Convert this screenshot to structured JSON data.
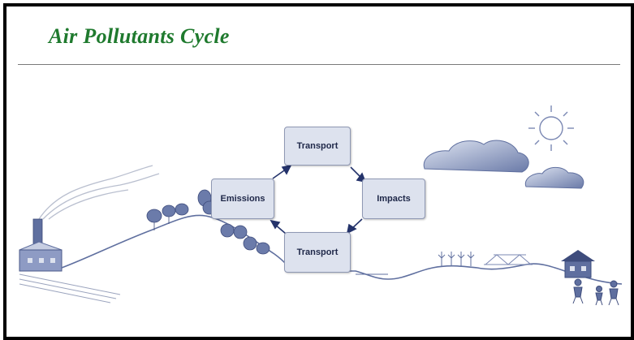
{
  "title": "Air Pollutants Cycle",
  "cycle": {
    "transport_top": "Transport",
    "emissions": "Emissions",
    "impacts": "Impacts",
    "transport_bottom": "Transport"
  },
  "colors": {
    "title": "#1f7a2e",
    "illustration": "#5f6f9f",
    "box_fill": "#dde2ee",
    "arrow": "#24336b"
  },
  "icons": [
    "factory-icon",
    "smoke-icon",
    "tree-icon",
    "sun-icon",
    "cloud-icon",
    "house-icon",
    "people-icon",
    "bridge-icon"
  ]
}
